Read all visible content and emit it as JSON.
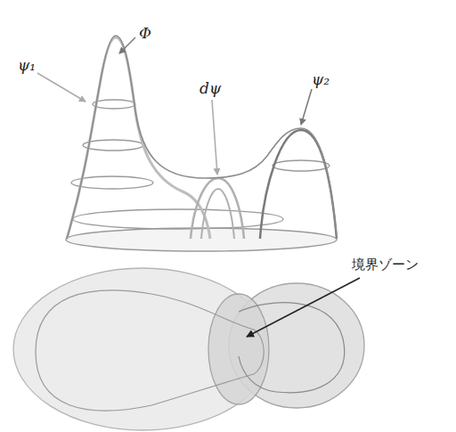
{
  "diagram": {
    "labels": [
      "Φ",
      "ψ₁",
      "dψ",
      "ψ₂",
      "境界ゾーン"
    ]
  }
}
